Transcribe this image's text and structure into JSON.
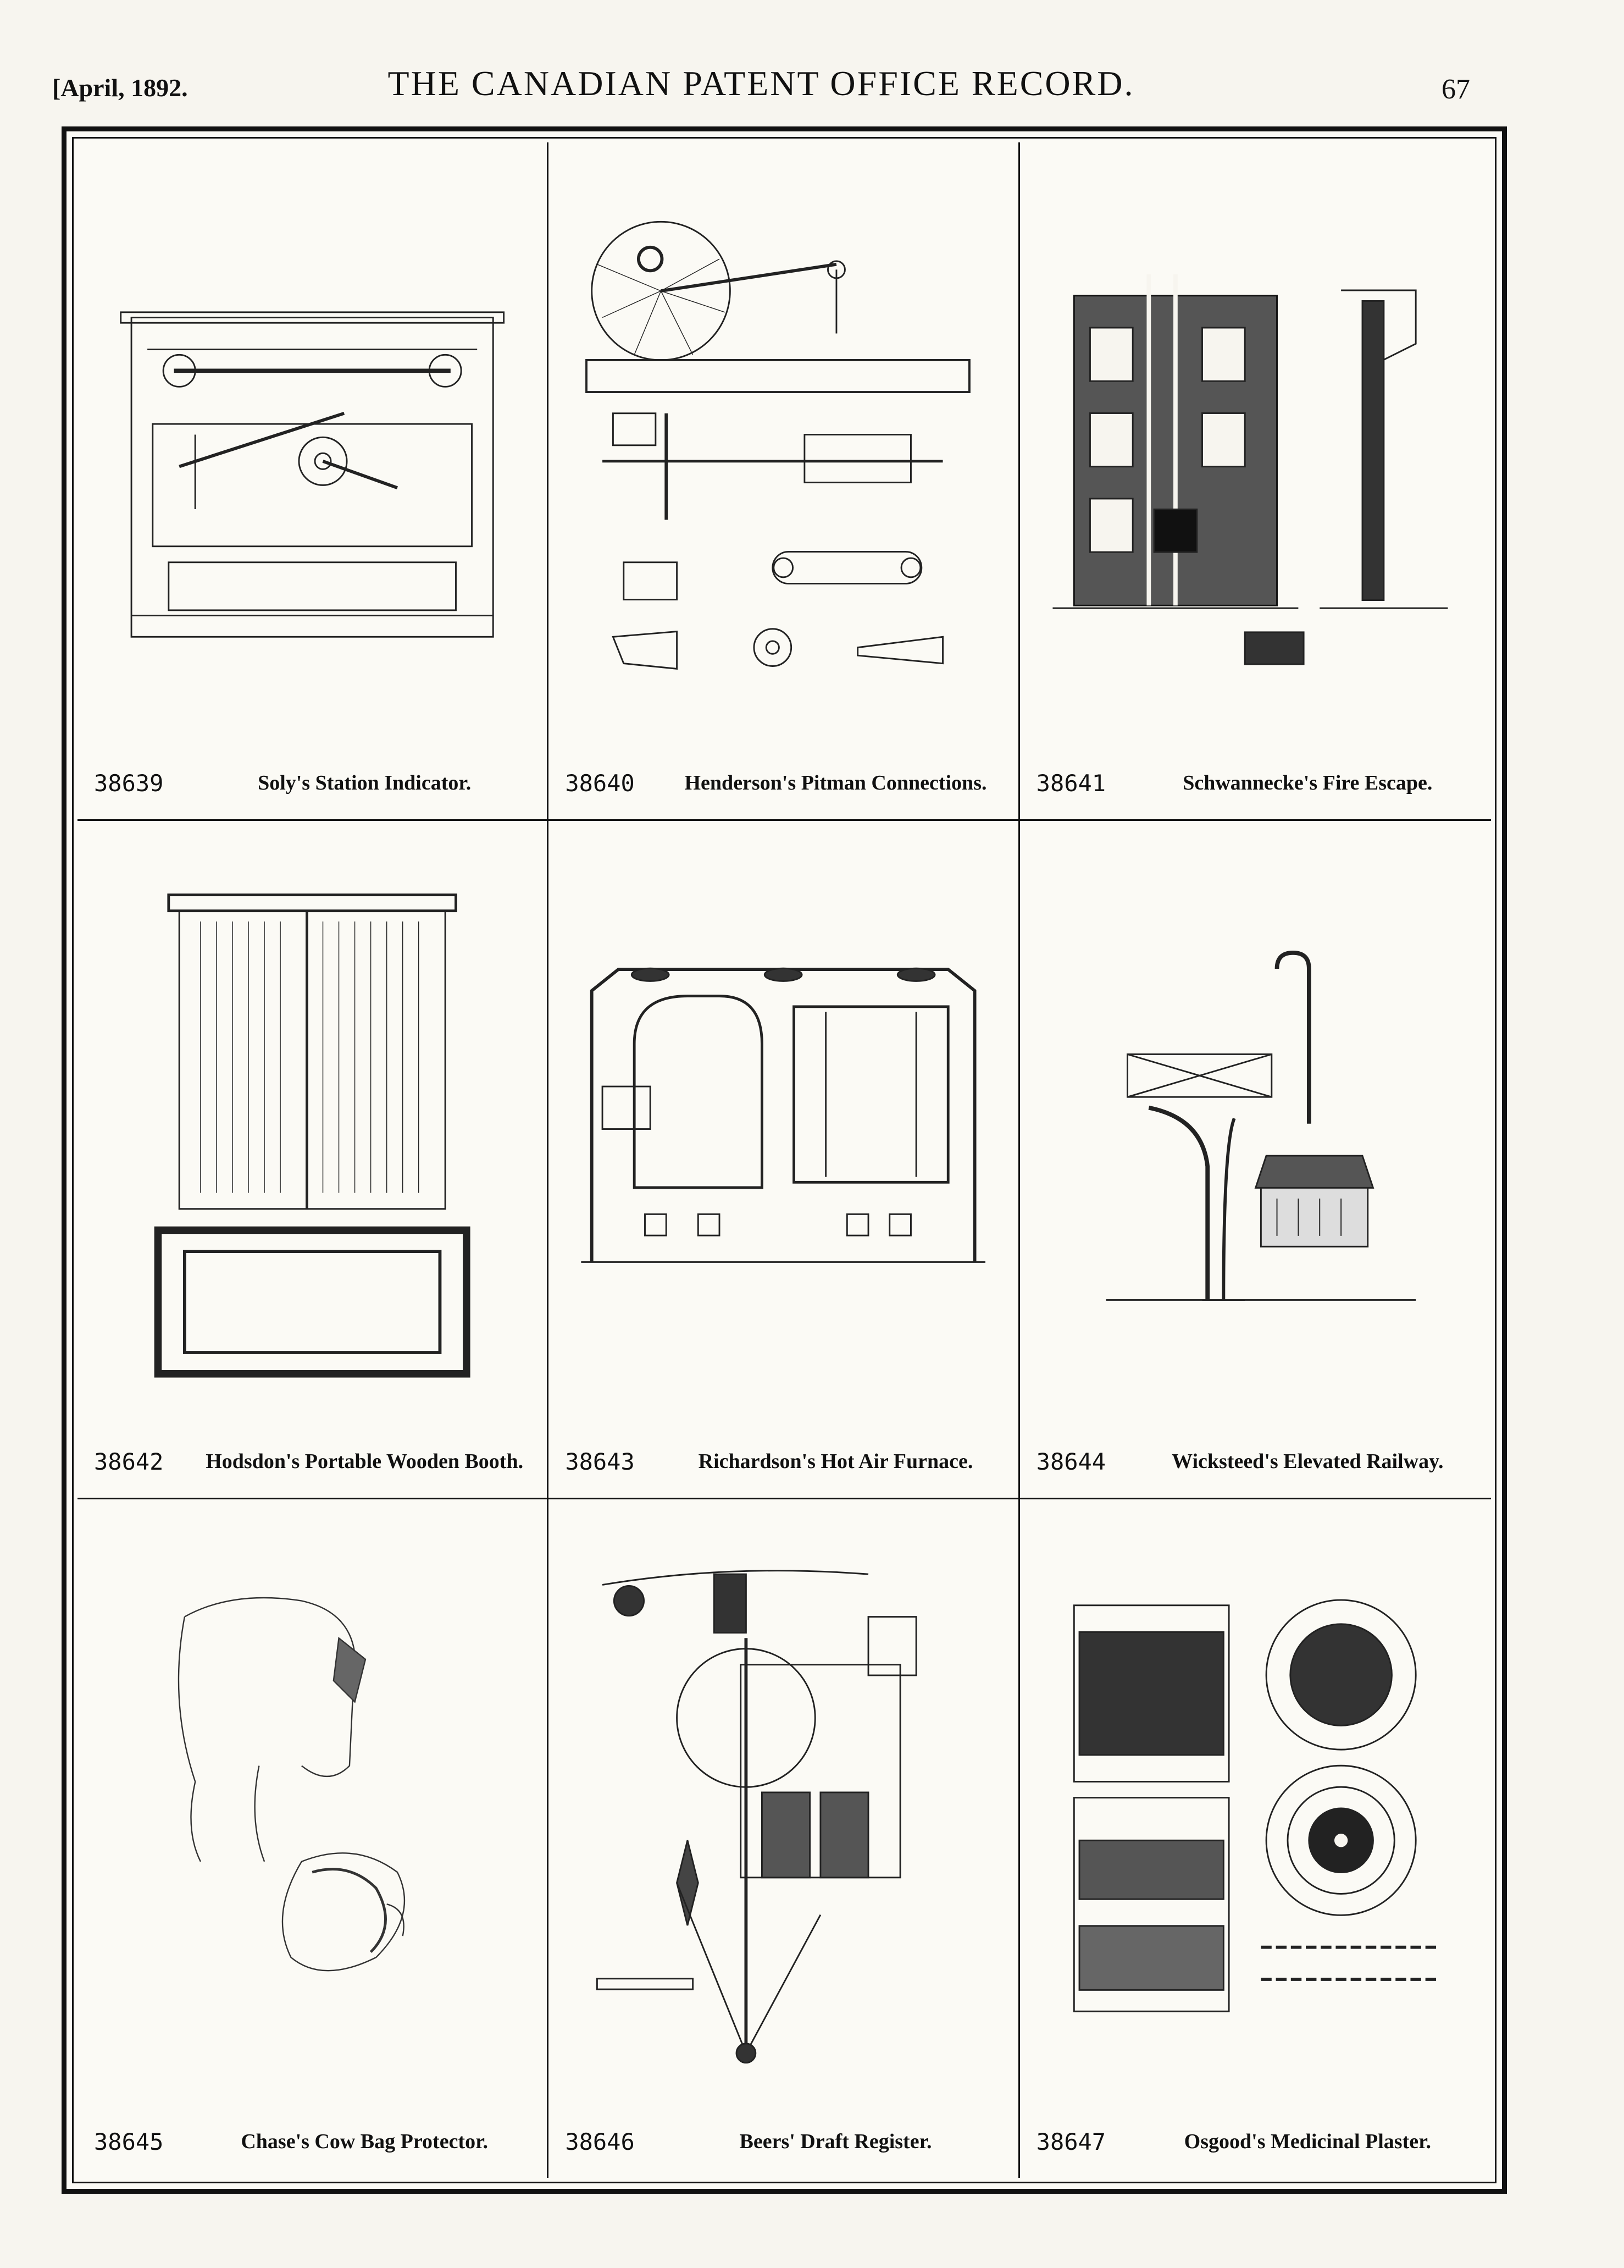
{
  "header": {
    "date": "[April, 1892.",
    "title": "THE CANADIAN PATENT OFFICE RECORD.",
    "page": "67"
  },
  "patents": [
    {
      "number": "38639",
      "title": "Soly's Station Indicator."
    },
    {
      "number": "38640",
      "title": "Henderson's Pitman Connections."
    },
    {
      "number": "38641",
      "title": "Schwannecke's Fire Escape."
    },
    {
      "number": "38642",
      "title": "Hodsdon's Portable Wooden Booth."
    },
    {
      "number": "38643",
      "title": "Richardson's Hot Air Furnace."
    },
    {
      "number": "38644",
      "title": "Wicksteed's Elevated Railway."
    },
    {
      "number": "38645",
      "title": "Chase's Cow Bag Protector."
    },
    {
      "number": "38646",
      "title": "Beers' Draft Register."
    },
    {
      "number": "38647",
      "title": "Osgood's Medicinal Plaster."
    }
  ]
}
